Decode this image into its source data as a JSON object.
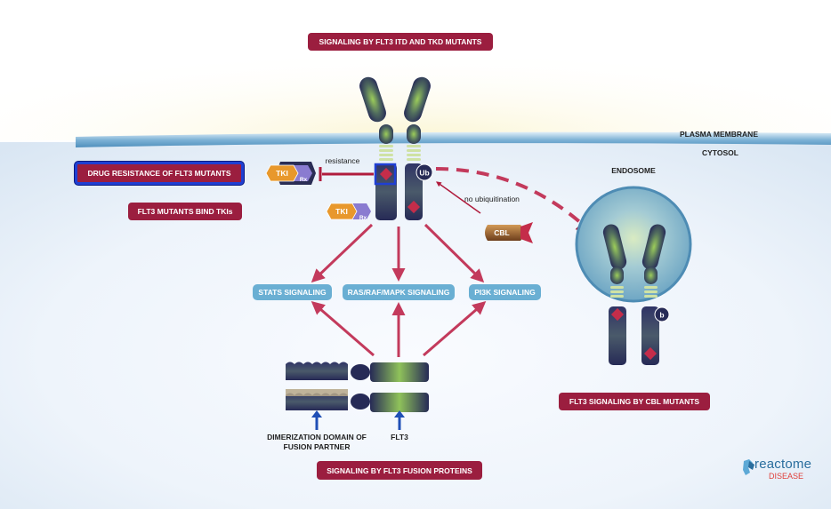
{
  "regions": {
    "membrane": "PLASMA MEMBRANE",
    "cytosol": "CYTOSOL",
    "endosome": "ENDOSOME"
  },
  "pathways": {
    "itd_tkd": "SIGNALING BY FLT3 ITD AND TKD MUTANTS",
    "drug_resistance": "DRUG RESISTANCE OF FLT3 MUTANTS",
    "bind_tkis": "FLT3 MUTANTS BIND TKIs",
    "cbl_mutants": "FLT3 SIGNALING BY CBL MUTANTS",
    "fusion": "SIGNALING BY FLT3 FUSION PROTEINS"
  },
  "signaling": {
    "stats": "STATS SIGNALING",
    "ras": "RAS/RAF/MAPK SIGNALING",
    "pi3k": "PI3K SIGNALING"
  },
  "molecules": {
    "tki": "TKI",
    "rx": "Rx",
    "ub": "Ub",
    "cbl": "CBL",
    "endo_b": "b"
  },
  "annotations": {
    "resistance": "resistance",
    "no_ubiquitination": "no ubiquitination",
    "dimerization": "DIMERIZATION DOMAIN OF\nFUSION PARTNER",
    "flt3": "FLT3"
  },
  "logo": {
    "name": "reactome",
    "sub": "DISEASE"
  },
  "colors": {
    "pathway_red": "#9b1e3f",
    "signaling_blue": "#6aafd3",
    "receptor_navy": "#2a2d55",
    "receptor_green": "#8dbf5a",
    "arrow_pink": "#c33a5c",
    "inhibition_red": "#b01c3d",
    "tki_orange": "#e8982c",
    "rx_purple": "#8a7bd0",
    "endosome_blue": "#7fb6cf",
    "membrane_blue": "#5f9dc4"
  }
}
